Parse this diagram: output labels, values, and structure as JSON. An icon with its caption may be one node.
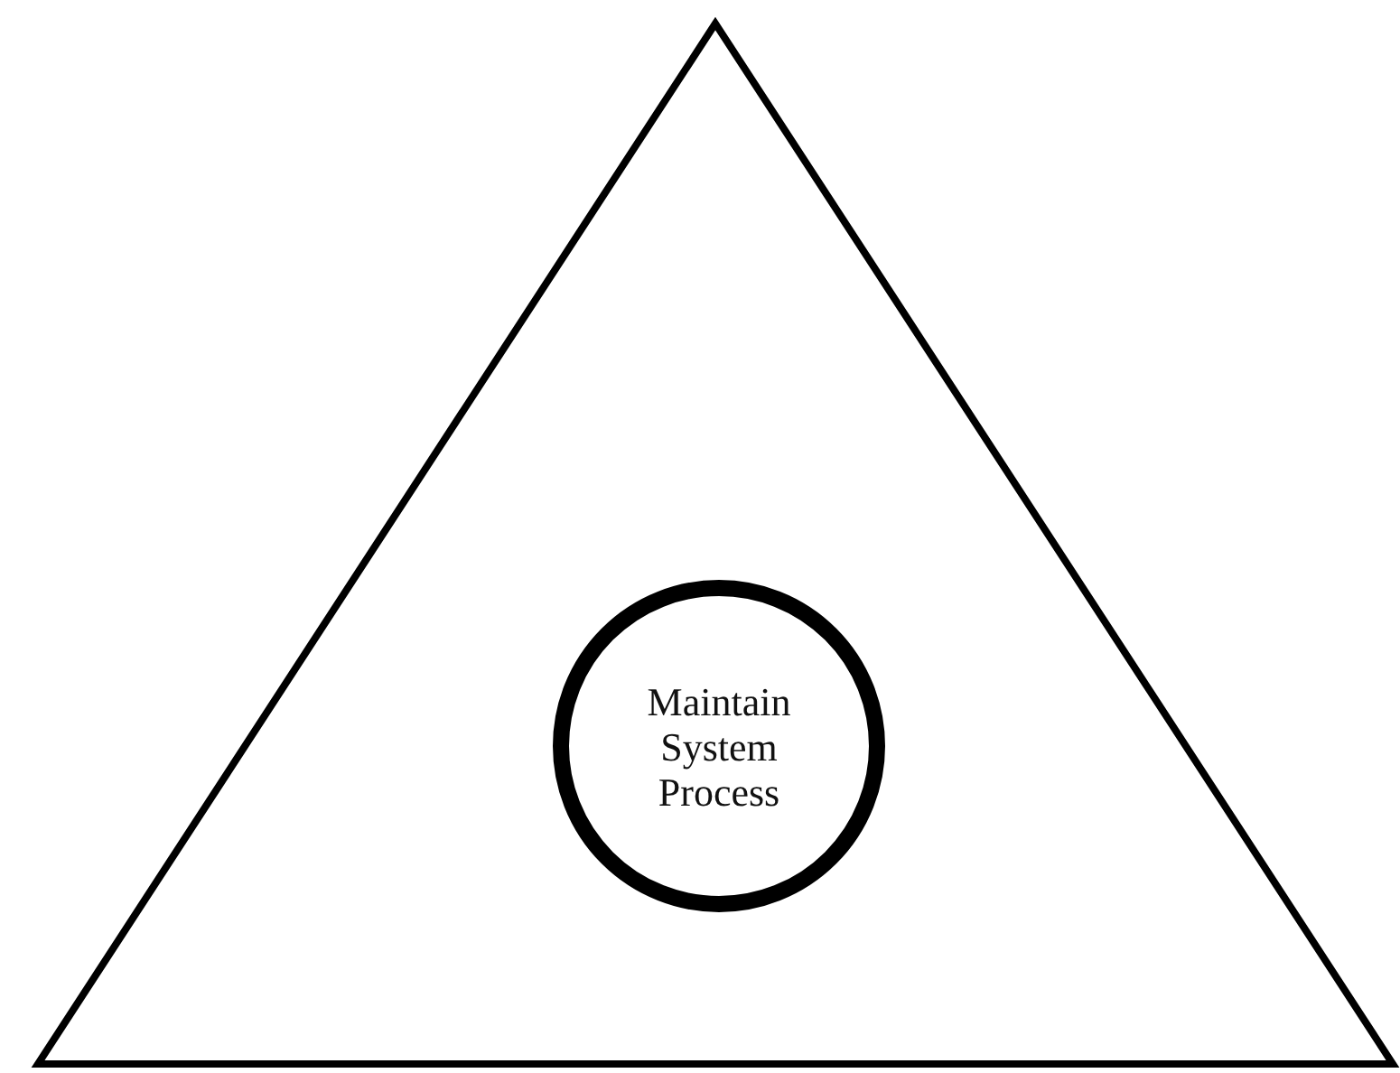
{
  "diagram": {
    "nodes": [
      {
        "text": [],
        "shape": "triangle"
      },
      {
        "text": [
          "Maintain System Process"
        ],
        "in": 0
      }
    ]
  }
}
